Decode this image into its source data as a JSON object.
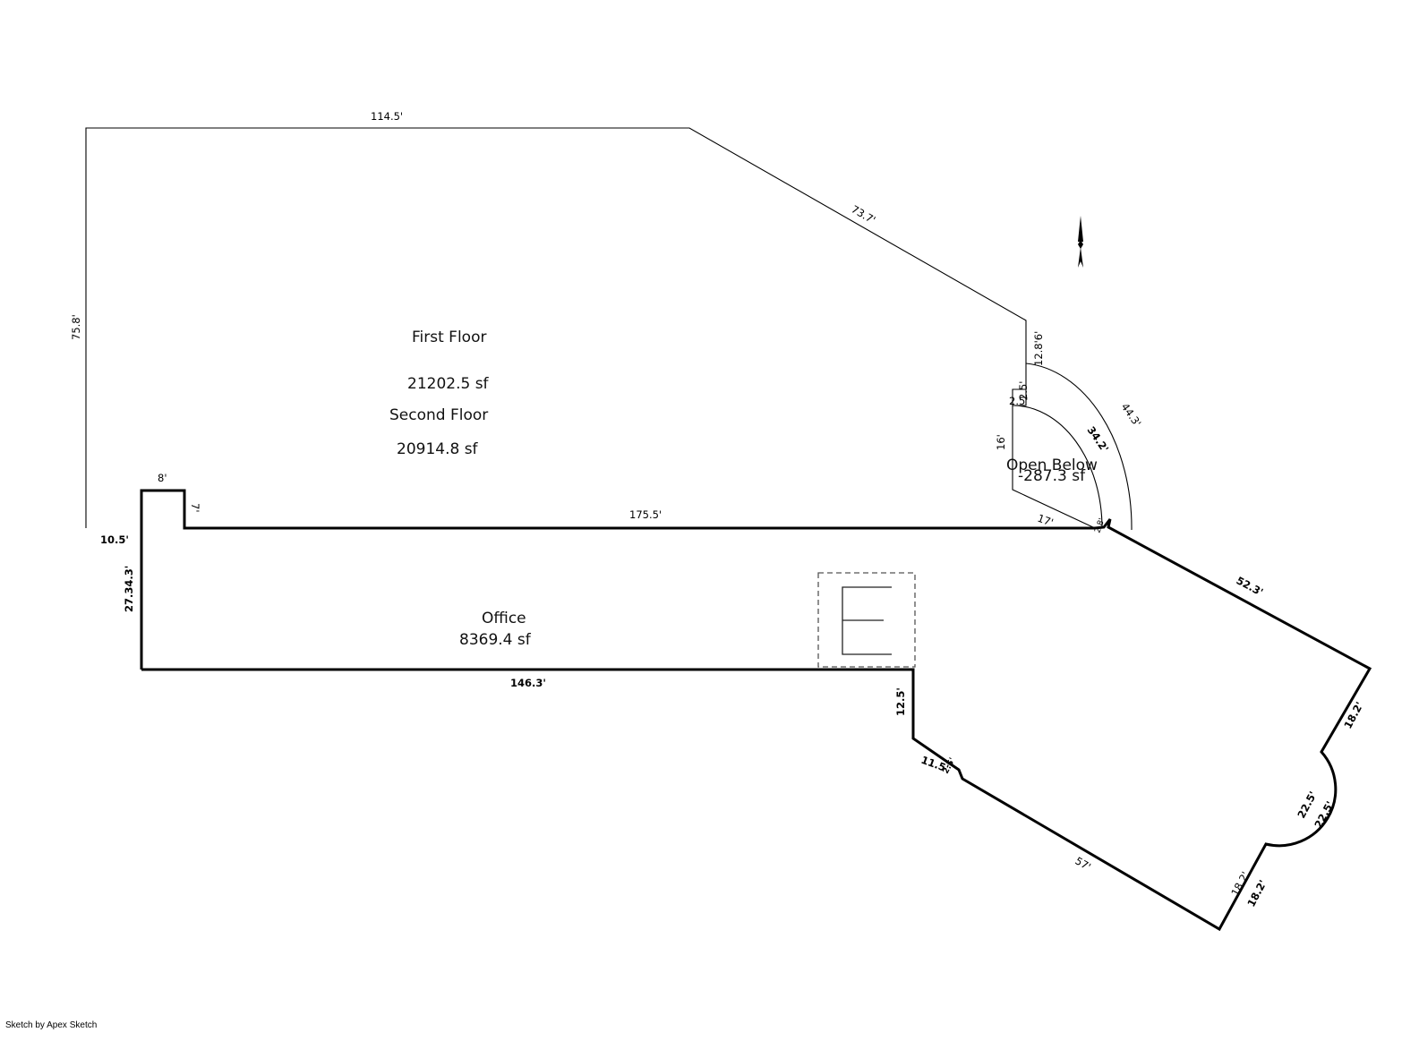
{
  "areas": {
    "first_floor": {
      "name": "First Floor",
      "size": "21202.5 sf"
    },
    "second_floor": {
      "name": "Second Floor",
      "size": "20914.8 sf"
    },
    "open_below": {
      "name": "Open Below",
      "size": "-287.3 sf"
    },
    "office": {
      "name": "Office",
      "size": "8369.4 sf"
    }
  },
  "dimensions": {
    "top": "114.5'",
    "diagonal_upper": "73.7'",
    "left": "75.8'",
    "step_right_upper": "12.8'6'",
    "step_small": "2.5'",
    "step_small_b": "2.5'",
    "open_left": "16'",
    "arc_inner": "34.2'",
    "arc_outer": "44.3'",
    "base_long": "175.5'",
    "base_right": "17'",
    "corner_small": "2.8'",
    "notch_top": "8'",
    "notch_side": "7'",
    "left_bottom": "10.5'",
    "office_left": "27.34.3'",
    "office_bottom": "146.3'",
    "office_step": "12.5'",
    "wing_upper": "52.3'",
    "wing_right": "18.2'",
    "wing_arc_a": "22.5'",
    "wing_arc_b": "22.5'",
    "wing_lower_a": "18.2'",
    "wing_lower_b": "18.2'",
    "wing_bottom": "57'",
    "wing_step_a": "11.5'",
    "wing_step_b": "2.5'"
  },
  "credit": "Sketch by Apex Sketch",
  "icons": {
    "compass": "north-arrow-icon",
    "elevator": "elevator-icon"
  }
}
